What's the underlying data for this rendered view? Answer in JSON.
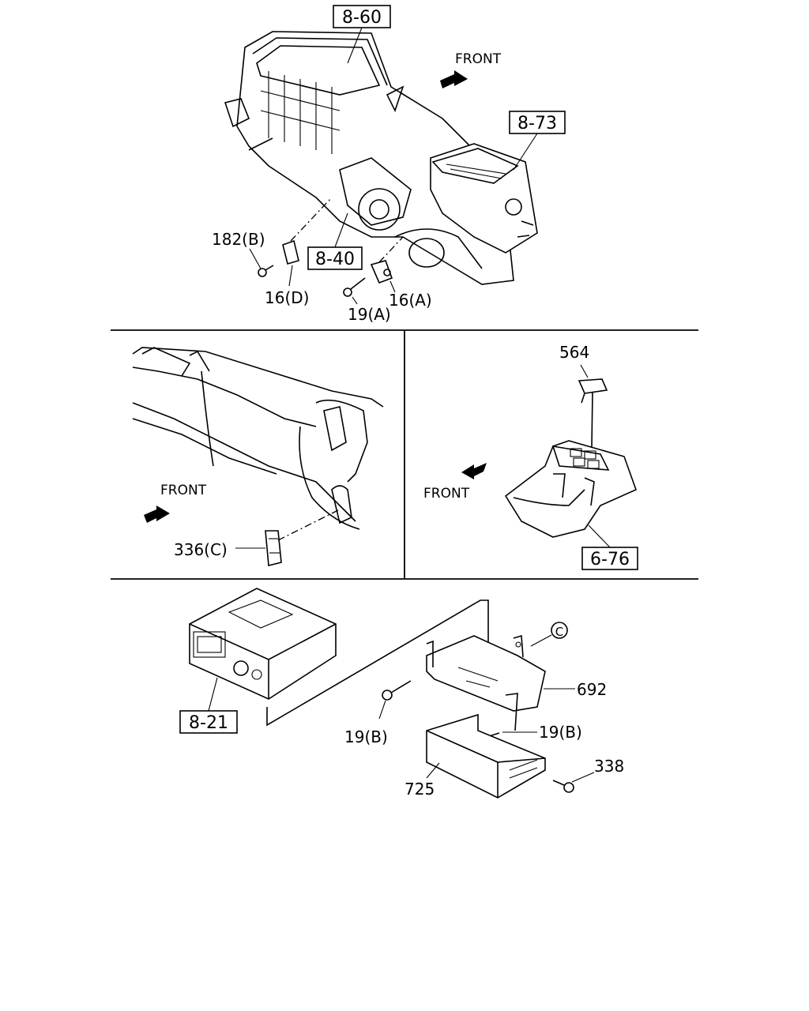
{
  "panels": {
    "heater": {
      "refs": {
        "heater_unit": "8-60",
        "blower_unit": "8-73",
        "duct": "8-40"
      },
      "labels": {
        "screw_b": "182(B)",
        "clip_d": "16(D)",
        "clip_a": "16(A)",
        "bolt_a": "19(A)"
      },
      "front": "FRONT"
    },
    "dash": {
      "front": "FRONT",
      "labels": {
        "bracket_c": "336(C)"
      }
    },
    "console": {
      "front": "FRONT",
      "labels": {
        "switch": "564"
      },
      "refs": {
        "console": "6-76"
      }
    },
    "audio": {
      "refs": {
        "radio": "8-21"
      },
      "labels": {
        "circle_c": "C",
        "bracket": "692",
        "bolt_b_left": "19(B)",
        "bolt_b_right": "19(B)",
        "pocket": "725",
        "screw": "338"
      }
    }
  }
}
